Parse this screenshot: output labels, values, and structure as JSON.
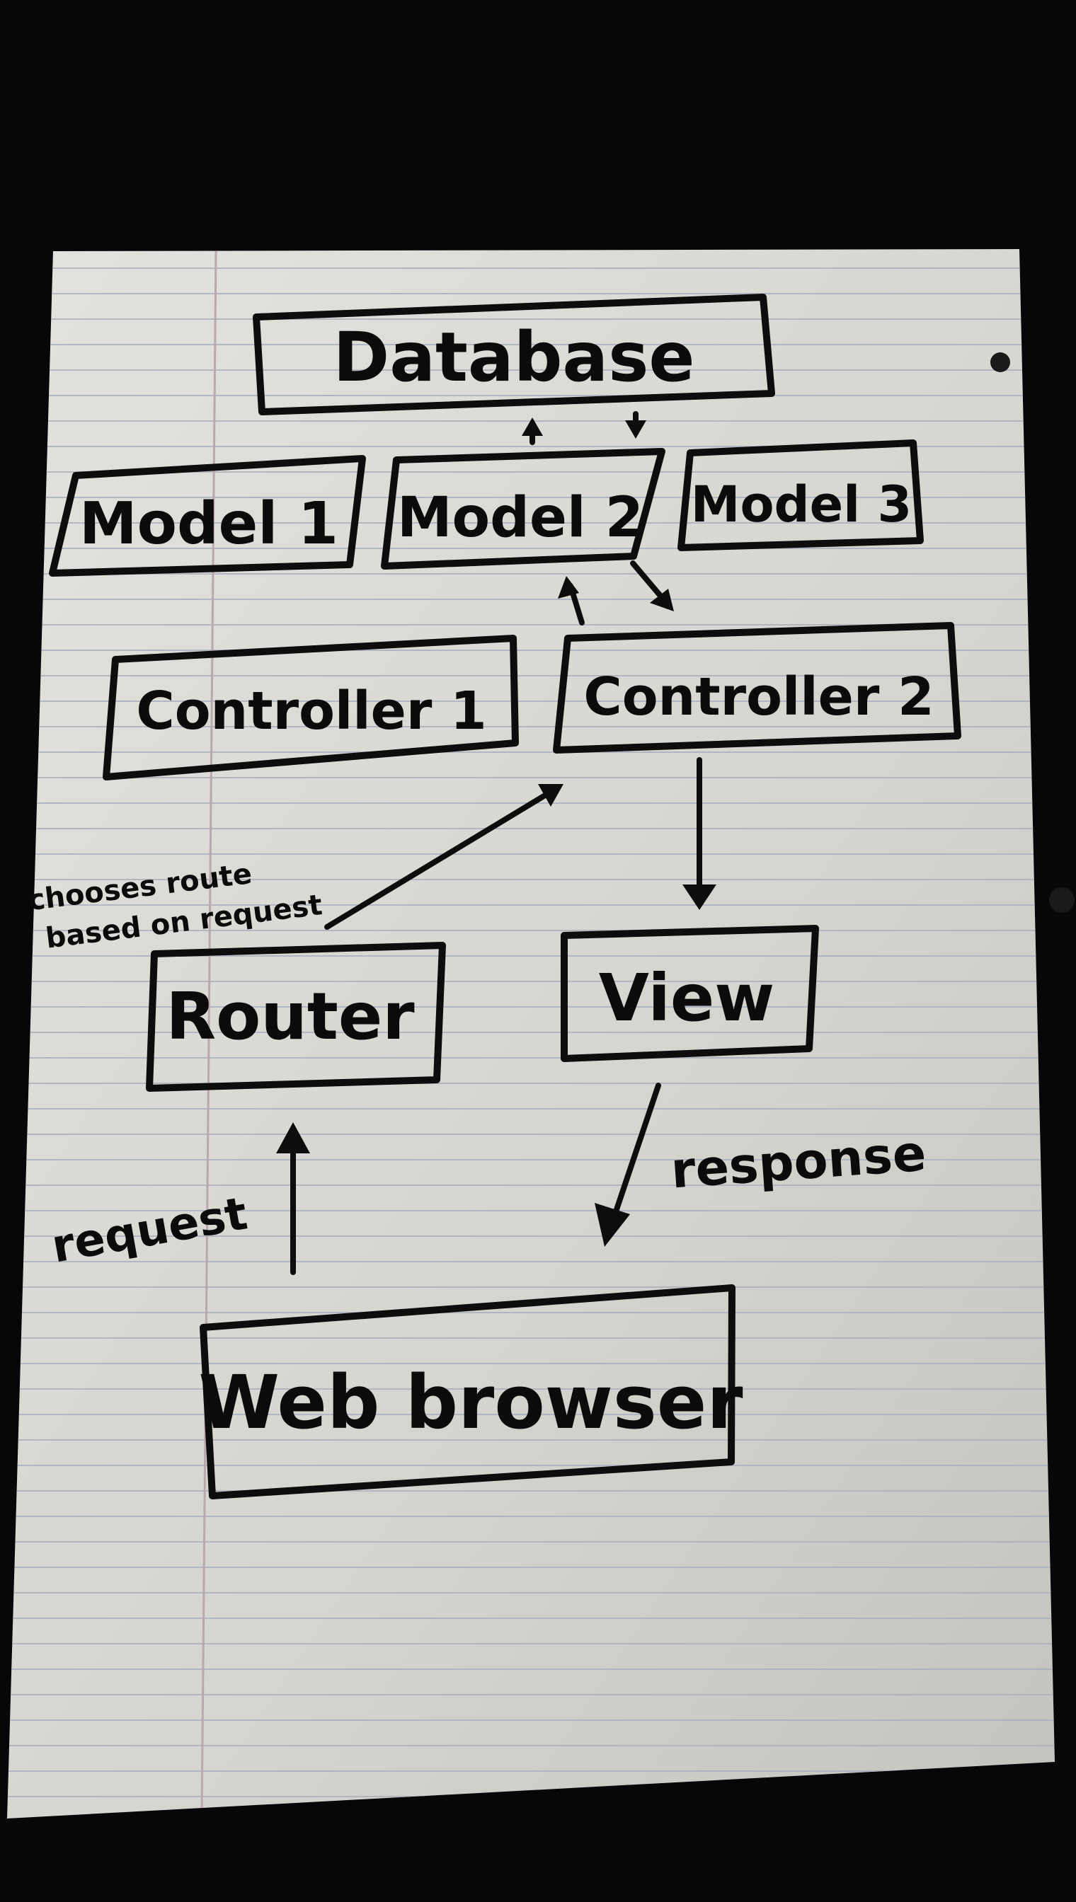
{
  "diagram": {
    "nodes": {
      "database": "Database",
      "model_1": "Model 1",
      "model_2": "Model 2",
      "model_3": "Model 3",
      "controller_1": "Controller 1",
      "controller_2": "Controller 2",
      "router": "Router",
      "view": "View",
      "web_browser": "Web browser"
    },
    "annotations": {
      "router_note_line1": "chooses route",
      "router_note_line2": "based on request",
      "request": "request",
      "response": "response"
    },
    "edges": [
      {
        "from": "Model 2",
        "to": "Database"
      },
      {
        "from": "Database",
        "to": "Model 2"
      },
      {
        "from": "Controller 2",
        "to": "Model 2"
      },
      {
        "from": "Model 2",
        "to": "Controller 2"
      },
      {
        "from": "Router",
        "to": "Controller 2"
      },
      {
        "from": "Controller 2",
        "to": "View"
      },
      {
        "from": "Web browser",
        "to": "Router",
        "label": "request"
      },
      {
        "from": "View",
        "to": "Web browser",
        "label": "response"
      }
    ]
  },
  "colors": {
    "background": "#07070a",
    "paper": "#d9d9d4",
    "ink": "#0d0d0d",
    "rule_line": "#a9b1bb",
    "margin_line": "#b9a8ad"
  }
}
